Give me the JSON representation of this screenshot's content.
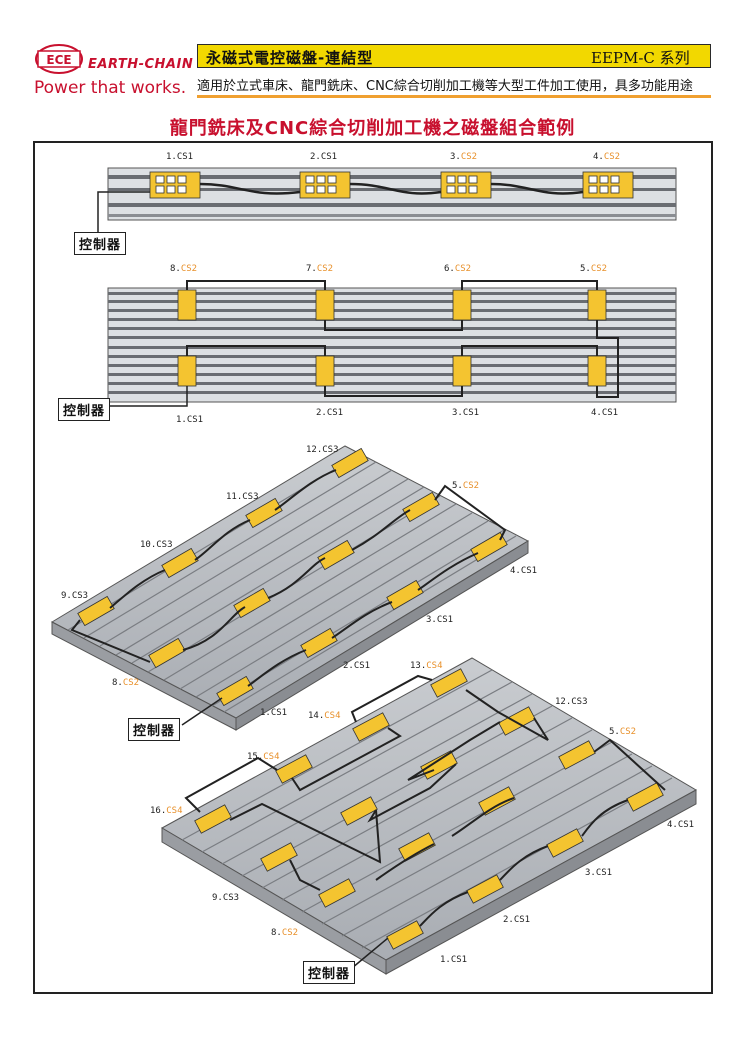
{
  "header": {
    "logo_text": "ECE",
    "brand": "EARTH-CHAIN",
    "tagline": "Power that works.",
    "title": "永磁式電控磁盤-連結型",
    "series": "EEPM-C 系列",
    "subtitle": "適用於立式車床、龍門銑床、CNC綜合切削加工機等大型工件加工使用，具多功能用途"
  },
  "page_title": "龍門銑床及CNC綜合切削加工機之磁盤組合範例",
  "diagram1": {
    "labels": [
      {
        "n": "1.",
        "c": "CS1"
      },
      {
        "n": "2.",
        "c": "CS1"
      },
      {
        "n": "3.",
        "c": "CS2"
      },
      {
        "n": "4.",
        "c": "CS2"
      }
    ],
    "controller": "控制器"
  },
  "diagram2": {
    "top_labels": [
      {
        "n": "8.",
        "c": "CS2"
      },
      {
        "n": "7.",
        "c": "CS2"
      },
      {
        "n": "6.",
        "c": "CS2"
      },
      {
        "n": "5.",
        "c": "CS2"
      }
    ],
    "bottom_labels": [
      {
        "n": "1.",
        "c": "CS1"
      },
      {
        "n": "2.",
        "c": "CS1"
      },
      {
        "n": "3.",
        "c": "CS1"
      },
      {
        "n": "4.",
        "c": "CS1"
      }
    ],
    "controller": "控制器"
  },
  "diagram3": {
    "labels": [
      {
        "n": "12.",
        "c": "CS3"
      },
      {
        "n": "11.",
        "c": "CS3"
      },
      {
        "n": "10.",
        "c": "CS3"
      },
      {
        "n": "9.",
        "c": "CS3"
      },
      {
        "n": "5.",
        "c": "CS2"
      },
      {
        "n": "4.",
        "c": "CS1"
      },
      {
        "n": "3.",
        "c": "CS1"
      },
      {
        "n": "2.",
        "c": "CS1"
      },
      {
        "n": "1.",
        "c": "CS1"
      },
      {
        "n": "8.",
        "c": "CS2"
      }
    ],
    "controller": "控制器"
  },
  "diagram4": {
    "labels": [
      {
        "n": "13.",
        "c": "CS4"
      },
      {
        "n": "14.",
        "c": "CS4"
      },
      {
        "n": "12.",
        "c": "CS3"
      },
      {
        "n": "15.",
        "c": "CS4"
      },
      {
        "n": "5.",
        "c": "CS2"
      },
      {
        "n": "16.",
        "c": "CS4"
      },
      {
        "n": "4.",
        "c": "CS1"
      },
      {
        "n": "3.",
        "c": "CS1"
      },
      {
        "n": "9.",
        "c": "CS3"
      },
      {
        "n": "2.",
        "c": "CS1"
      },
      {
        "n": "8.",
        "c": "CS2"
      },
      {
        "n": "1.",
        "c": "CS1"
      }
    ],
    "controller": "控制器"
  },
  "colors": {
    "accent": "#c8102e",
    "title_bar": "#f2d800",
    "orange": "#e8902a",
    "box": "#f0c020"
  }
}
